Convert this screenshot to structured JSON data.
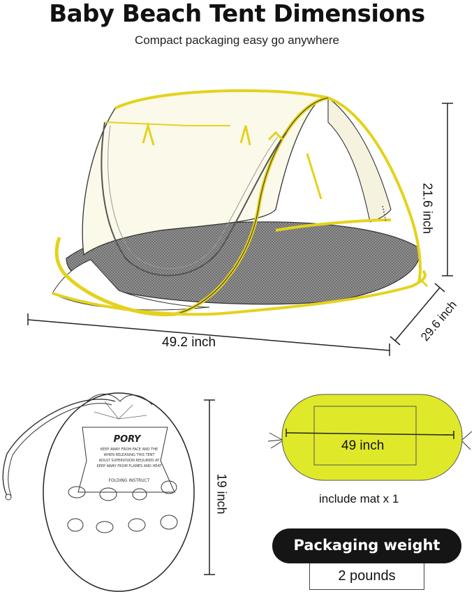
{
  "header": {
    "title": "Baby Beach Tent Dimensions",
    "subtitle": "Compact packaging easy go anywhere"
  },
  "tent": {
    "length_label": "49.2 inch",
    "height_label": "21.6 inch",
    "depth_label": "29.6 inch"
  },
  "bag": {
    "brand": "PORY",
    "height_label": "19 inch",
    "warning_lines": [
      "KEEP AWAY FROM FACE AND THE",
      "WHEN RELEASING THIS TENT",
      "ADULT SUPERVISION REQUIRED AT",
      "KEEP AWAY FROM FLAMES AND HEAT"
    ],
    "instructions_title": "FOLDING INSTRUCT"
  },
  "mat": {
    "length_label": "49 inch",
    "caption": "include mat x 1"
  },
  "weight": {
    "label": "Packaging weight",
    "value": "2 pounds"
  },
  "colors": {
    "accent_yellow": "#e4d21c",
    "mat_yellow": "#dfe92a",
    "pill": "#151515"
  }
}
